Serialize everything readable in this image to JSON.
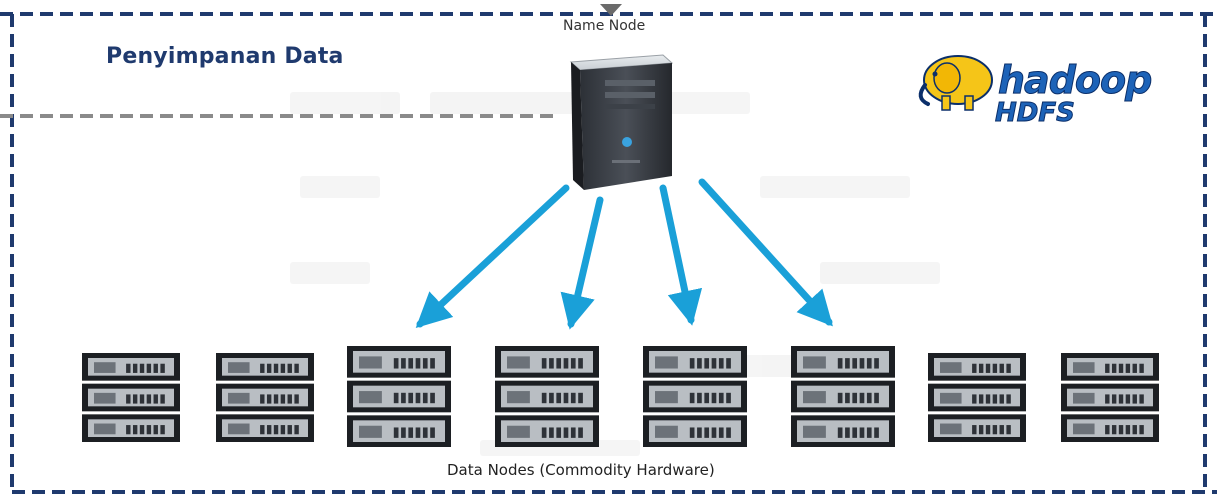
{
  "diagram": {
    "title": "Penyimpanan Data",
    "name_node_label": "Name Node",
    "data_nodes_label": "Data Nodes (Commodity Hardware)",
    "logo_main": "hadoop",
    "logo_sub": "HDFS",
    "data_node_count": 8,
    "arrow_count": 4
  },
  "colors": {
    "border": "#1f3a6e",
    "divider": "#8a8a8a",
    "arrow": "#1aa0d8",
    "logo": "#1d63b8",
    "logo_elephant": "#f5c518"
  }
}
